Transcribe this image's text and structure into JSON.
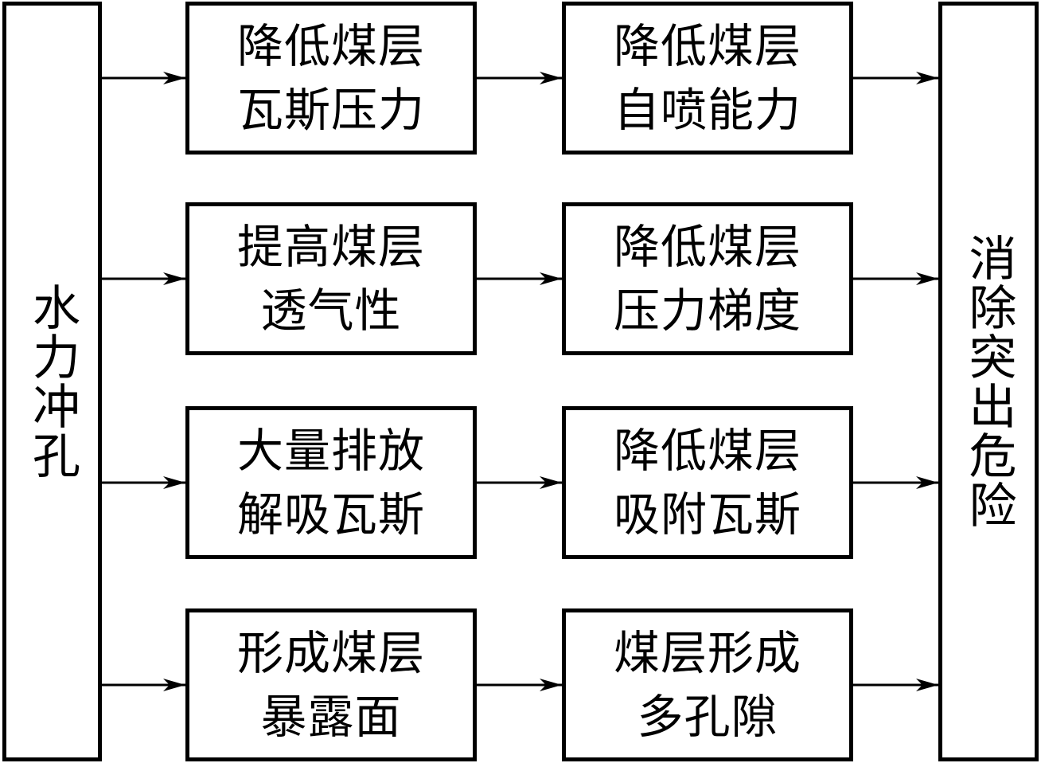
{
  "diagram": {
    "source": {
      "label": "水力冲孔"
    },
    "target": {
      "label": "消除突出危险"
    },
    "rows": [
      {
        "cause": "降低煤层\n瓦斯压力",
        "effect": "降低煤层\n自喷能力"
      },
      {
        "cause": "提高煤层\n透气性",
        "effect": "降低煤层\n压力梯度"
      },
      {
        "cause": "大量排放\n解吸瓦斯",
        "effect": "降低煤层\n吸附瓦斯"
      },
      {
        "cause": "形成煤层\n暴露面",
        "effect": "煤层形成\n多孔隙"
      }
    ],
    "line_color": "#000000"
  }
}
